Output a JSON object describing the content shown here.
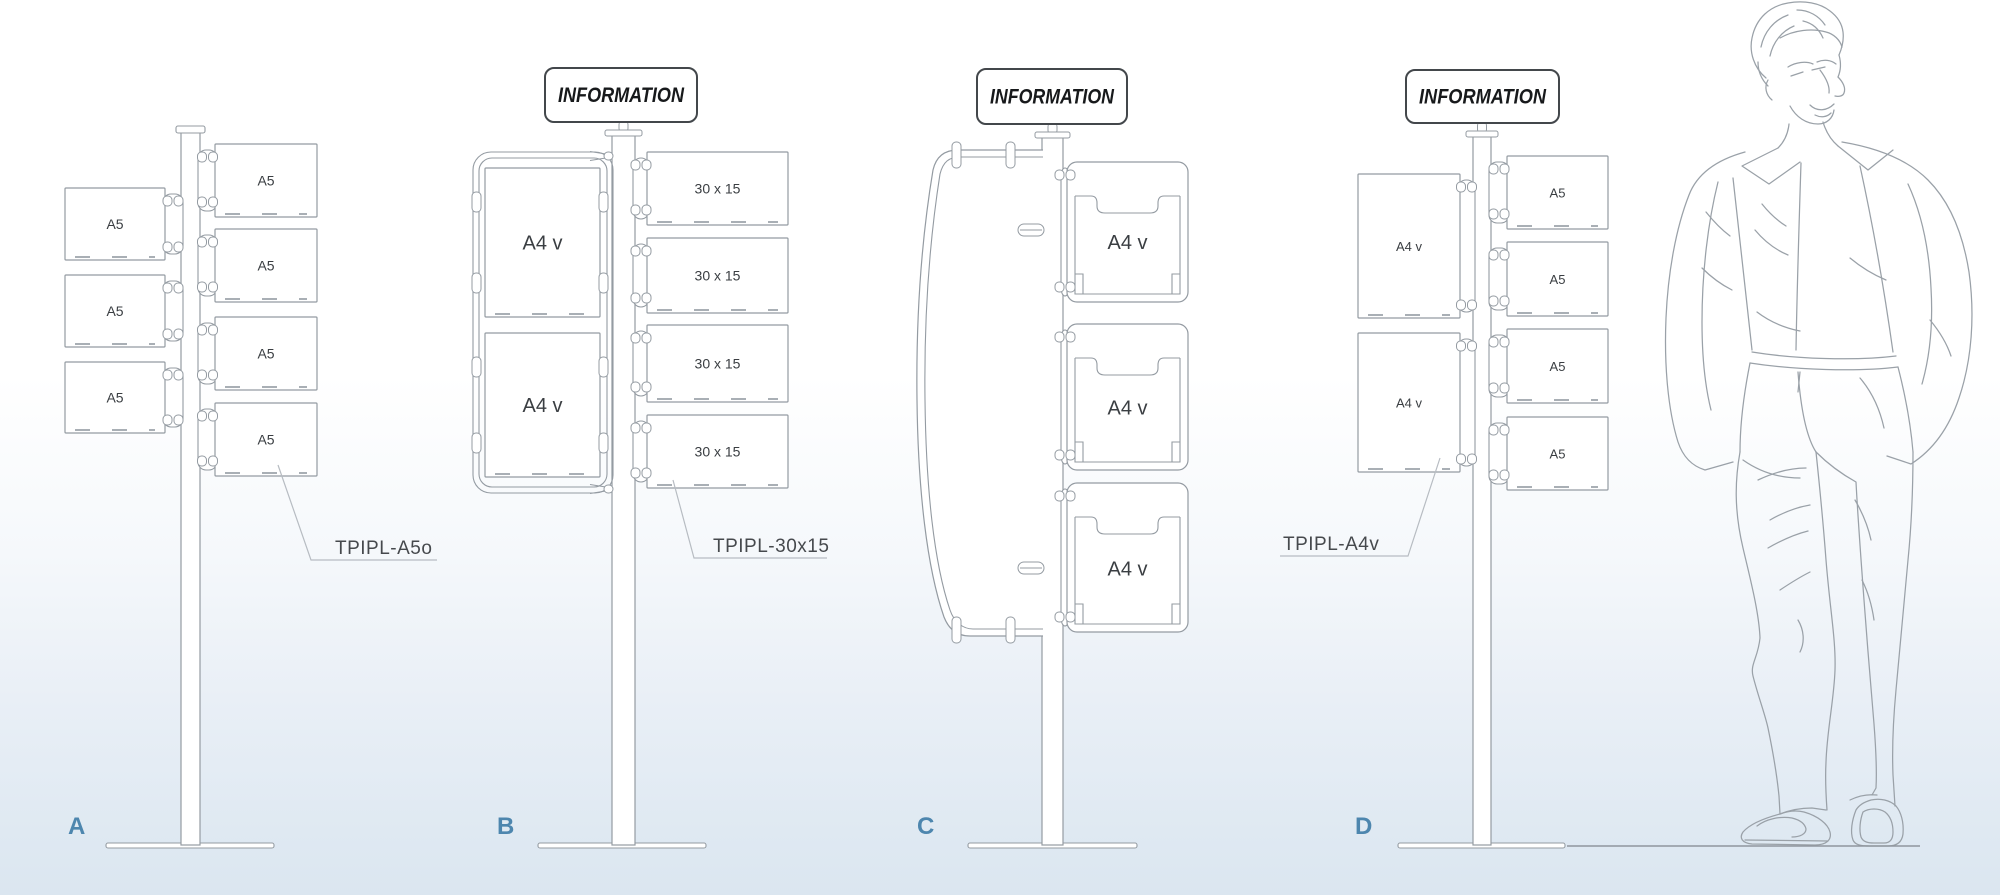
{
  "title": "Information display stands diagram",
  "colors": {
    "line": "#949ba2",
    "dash": "#a9afb5",
    "leader": "#b7bcc2",
    "fill": "#ffffff",
    "sign_border": "#43474b",
    "sign_text": "#17191b",
    "label_text": "#3a3e42",
    "code_text": "#46494d",
    "letter_accent": "#4d86ae",
    "background_bottom": "#dbe6f0"
  },
  "stands": [
    {
      "letter": "A",
      "sign": null,
      "code": "TPIPL-A5o",
      "left_holders": [
        "A5",
        "A5",
        "A5"
      ],
      "right_holders": [
        "A5",
        "A5",
        "A5",
        "A5"
      ]
    },
    {
      "letter": "B",
      "sign": "INFORMATION",
      "code": "TPIPL-30x15",
      "left_holders": [
        "A4 v",
        "A4 v"
      ],
      "right_holders": [
        "30 x 15",
        "30 x 15",
        "30 x 15",
        "30 x 15"
      ]
    },
    {
      "letter": "C",
      "sign": "INFORMATION",
      "code": null,
      "left_holders": [],
      "right_holders": [
        "A4 v",
        "A4 v",
        "A4 v"
      ]
    },
    {
      "letter": "D",
      "sign": "INFORMATION",
      "code": "TPIPL-A4v",
      "left_holders": [
        "A4 v",
        "A4 v"
      ],
      "right_holders": [
        "A5",
        "A5",
        "A5",
        "A5"
      ]
    }
  ],
  "figure": {
    "name": "standing-man-outline"
  }
}
